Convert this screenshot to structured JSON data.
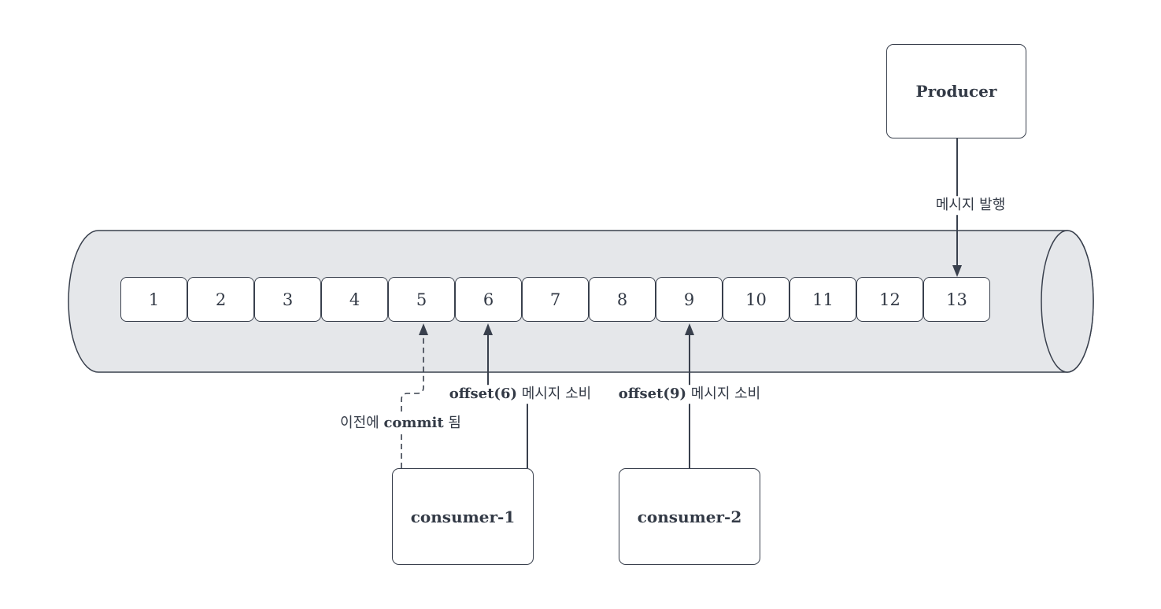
{
  "nodes": {
    "producer": "Producer",
    "consumer1": "consumer-1",
    "consumer2": "consumer-2"
  },
  "cylinder": {
    "cells": [
      "1",
      "2",
      "3",
      "4",
      "5",
      "6",
      "7",
      "8",
      "9",
      "10",
      "11",
      "12",
      "13"
    ]
  },
  "labels": {
    "publish": "메시지 발행",
    "consume1": {
      "offset": "offset(6)",
      "action": " 메시지 소비"
    },
    "consume2": {
      "offset": "offset(9)",
      "action": " 메시지 소비"
    },
    "commit": {
      "pre": "이전에 ",
      "keyword": "commit",
      "post": " 됨"
    }
  },
  "colors": {
    "stroke": "#39404d",
    "text": "#333a46",
    "cylinder_fill": "#e5e7ea",
    "node_fill": "#ffffff"
  }
}
